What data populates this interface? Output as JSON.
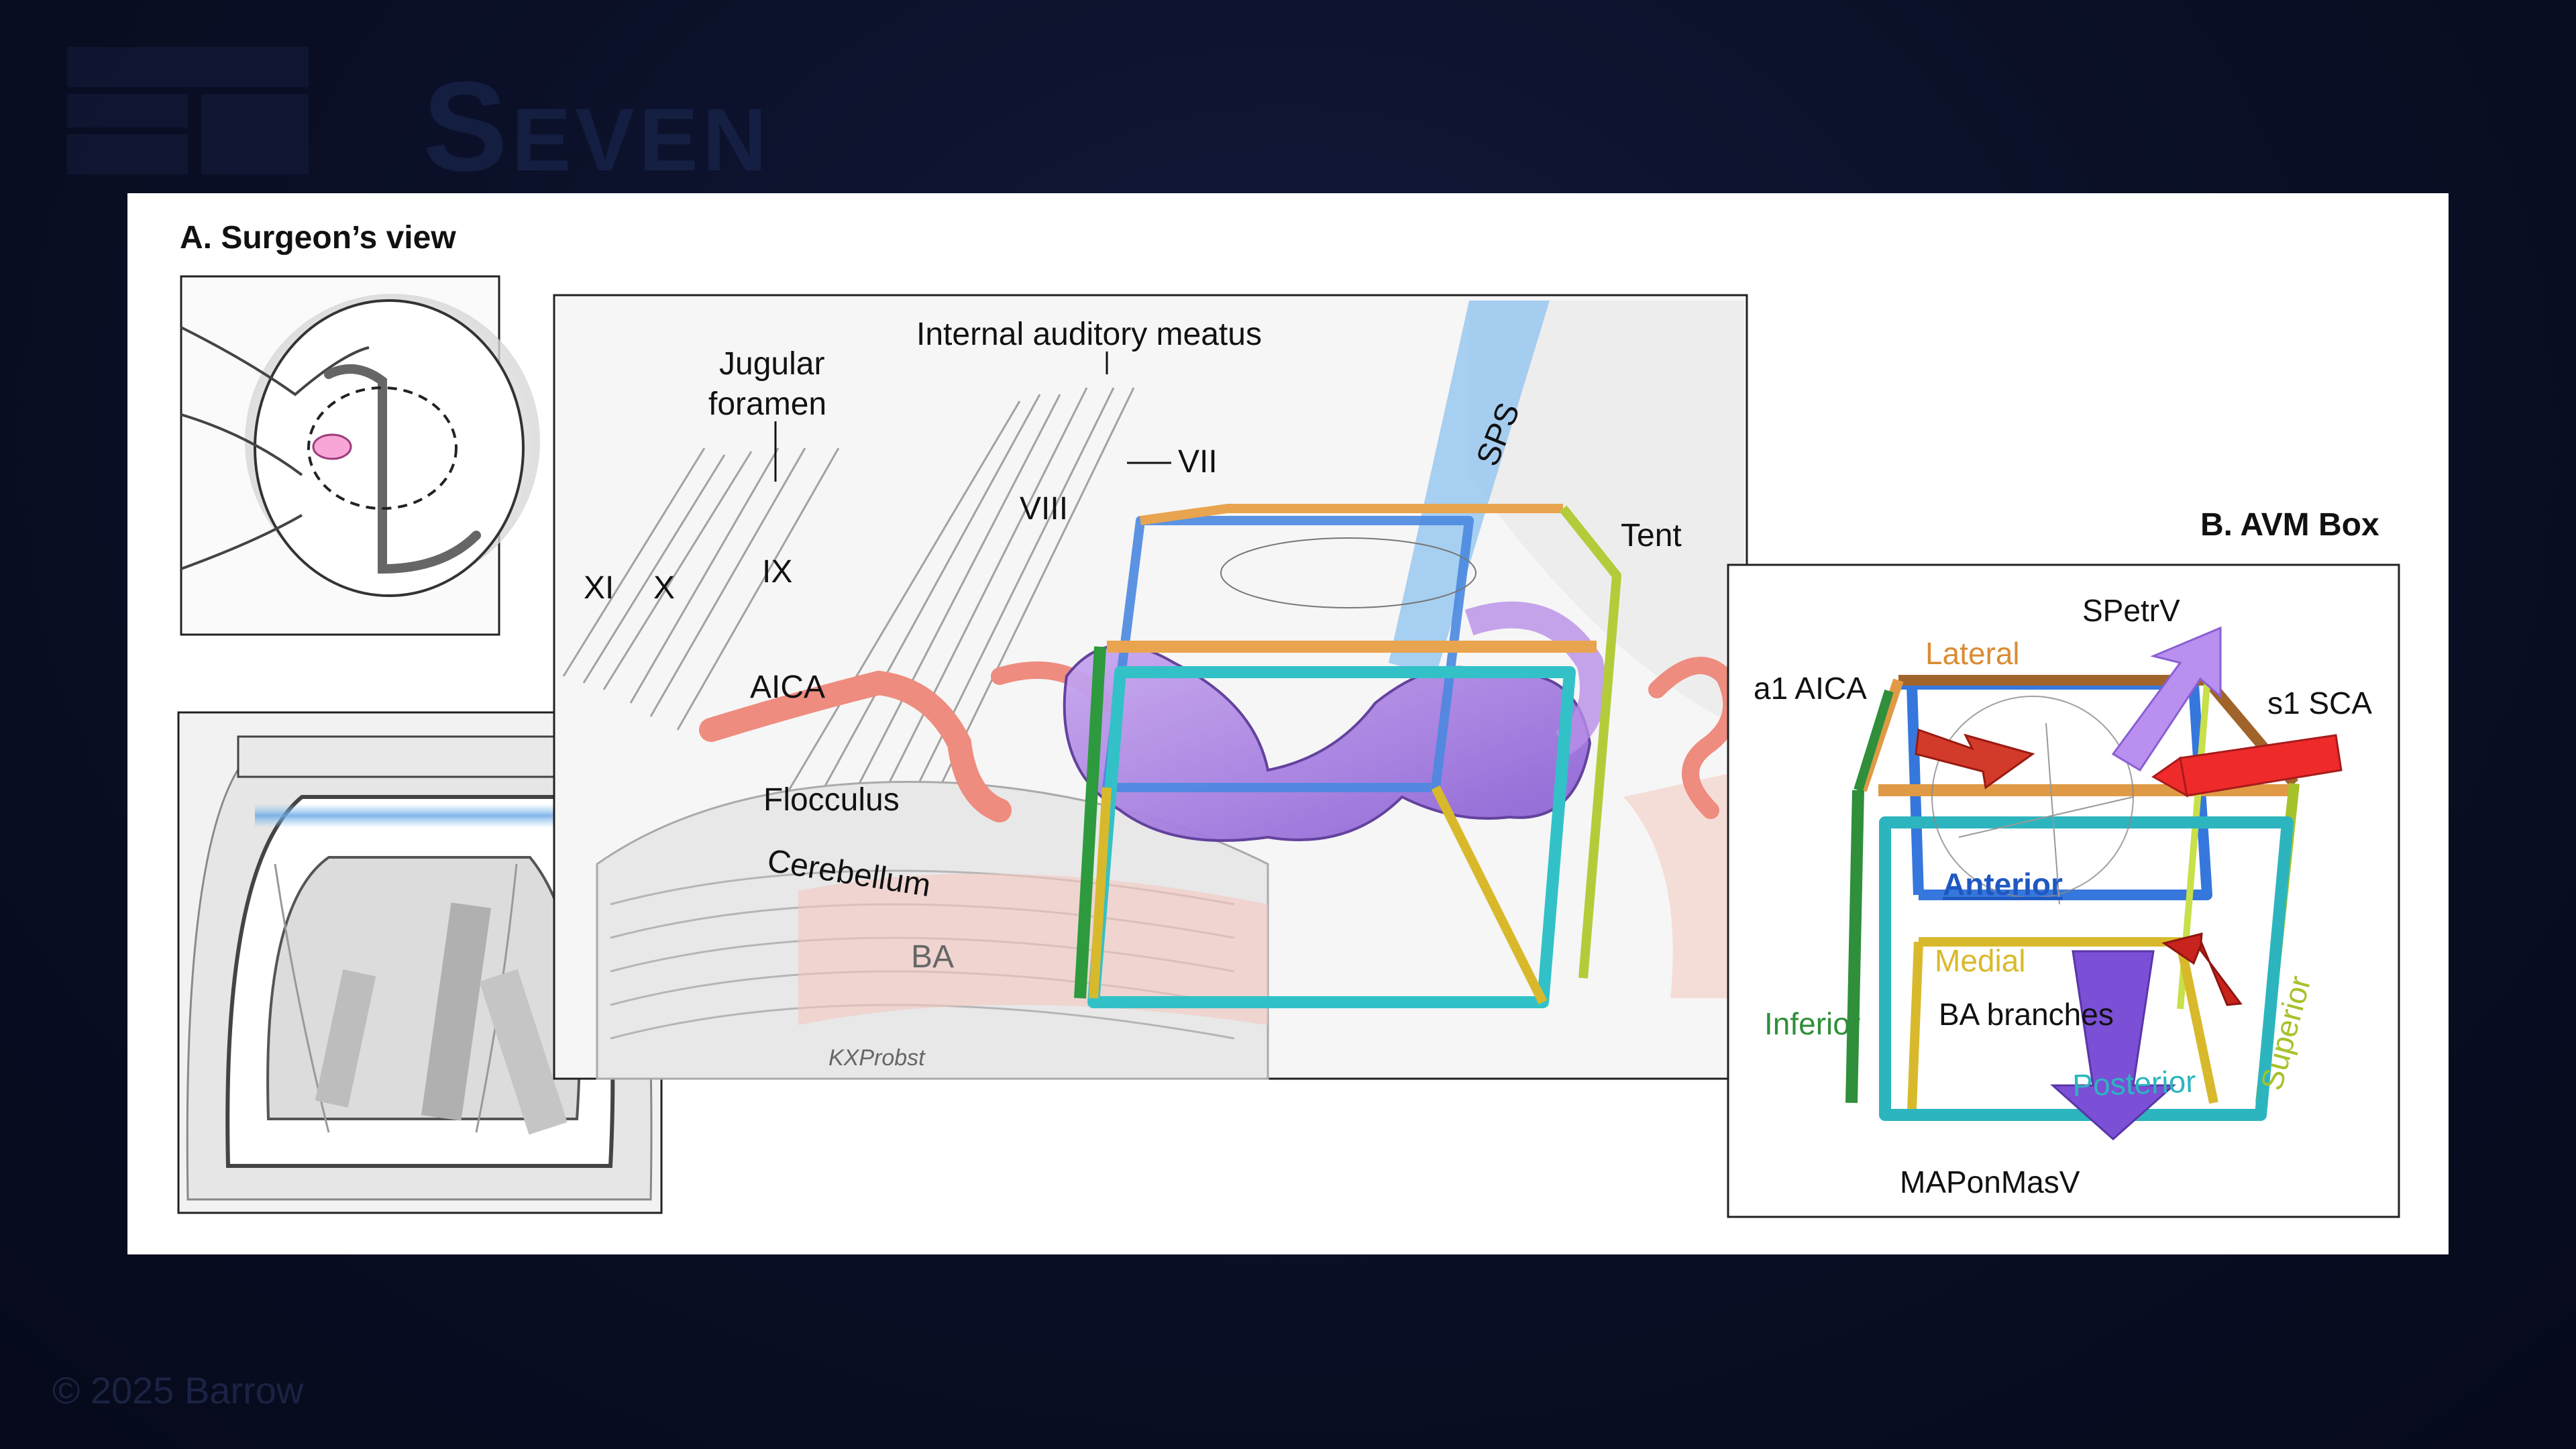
{
  "watermark": {
    "brand_word": "Seven",
    "copyright": "© 2025 Barrow"
  },
  "panel_a": {
    "title": "A. Surgeon’s view"
  },
  "panel_b": {
    "title": "B. AVM Box"
  },
  "anatomy": {
    "internal_auditory_meatus": "Internal auditory meatus",
    "jugular_line1": "Jugular",
    "jugular_line2": "foramen",
    "vii": "VII",
    "viii": "VIII",
    "ix": "IX",
    "x": "X",
    "xi": "XI",
    "sps": "SPS",
    "tent": "Tent",
    "aica": "AICA",
    "flocculus": "Flocculus",
    "cerebellum": "Cerebellum",
    "ba": "BA",
    "signature": "KXProbst"
  },
  "avm_box": {
    "lateral": "Lateral",
    "a1_aica": "a1 AICA",
    "spetrv": "SPetrV",
    "s1_sca": "s1 SCA",
    "anterior": "Anterior",
    "medial": "Medial",
    "inferior": "Inferior",
    "superior": "Superior",
    "ba_branches": "BA branches",
    "posterior": "Posterior",
    "maponmasv": "MAPonMasV"
  },
  "colors": {
    "background": "#0a0f26",
    "lateral": "#e09a45",
    "anterior": "#2f6fd8",
    "medial": "#d9b92c",
    "inferior": "#2f8f3a",
    "superior": "#a6c22a",
    "posterior": "#2cb5bf",
    "artery": "#d23a2a",
    "vein": "#a27ee8",
    "drain": "#7b4fd6"
  }
}
